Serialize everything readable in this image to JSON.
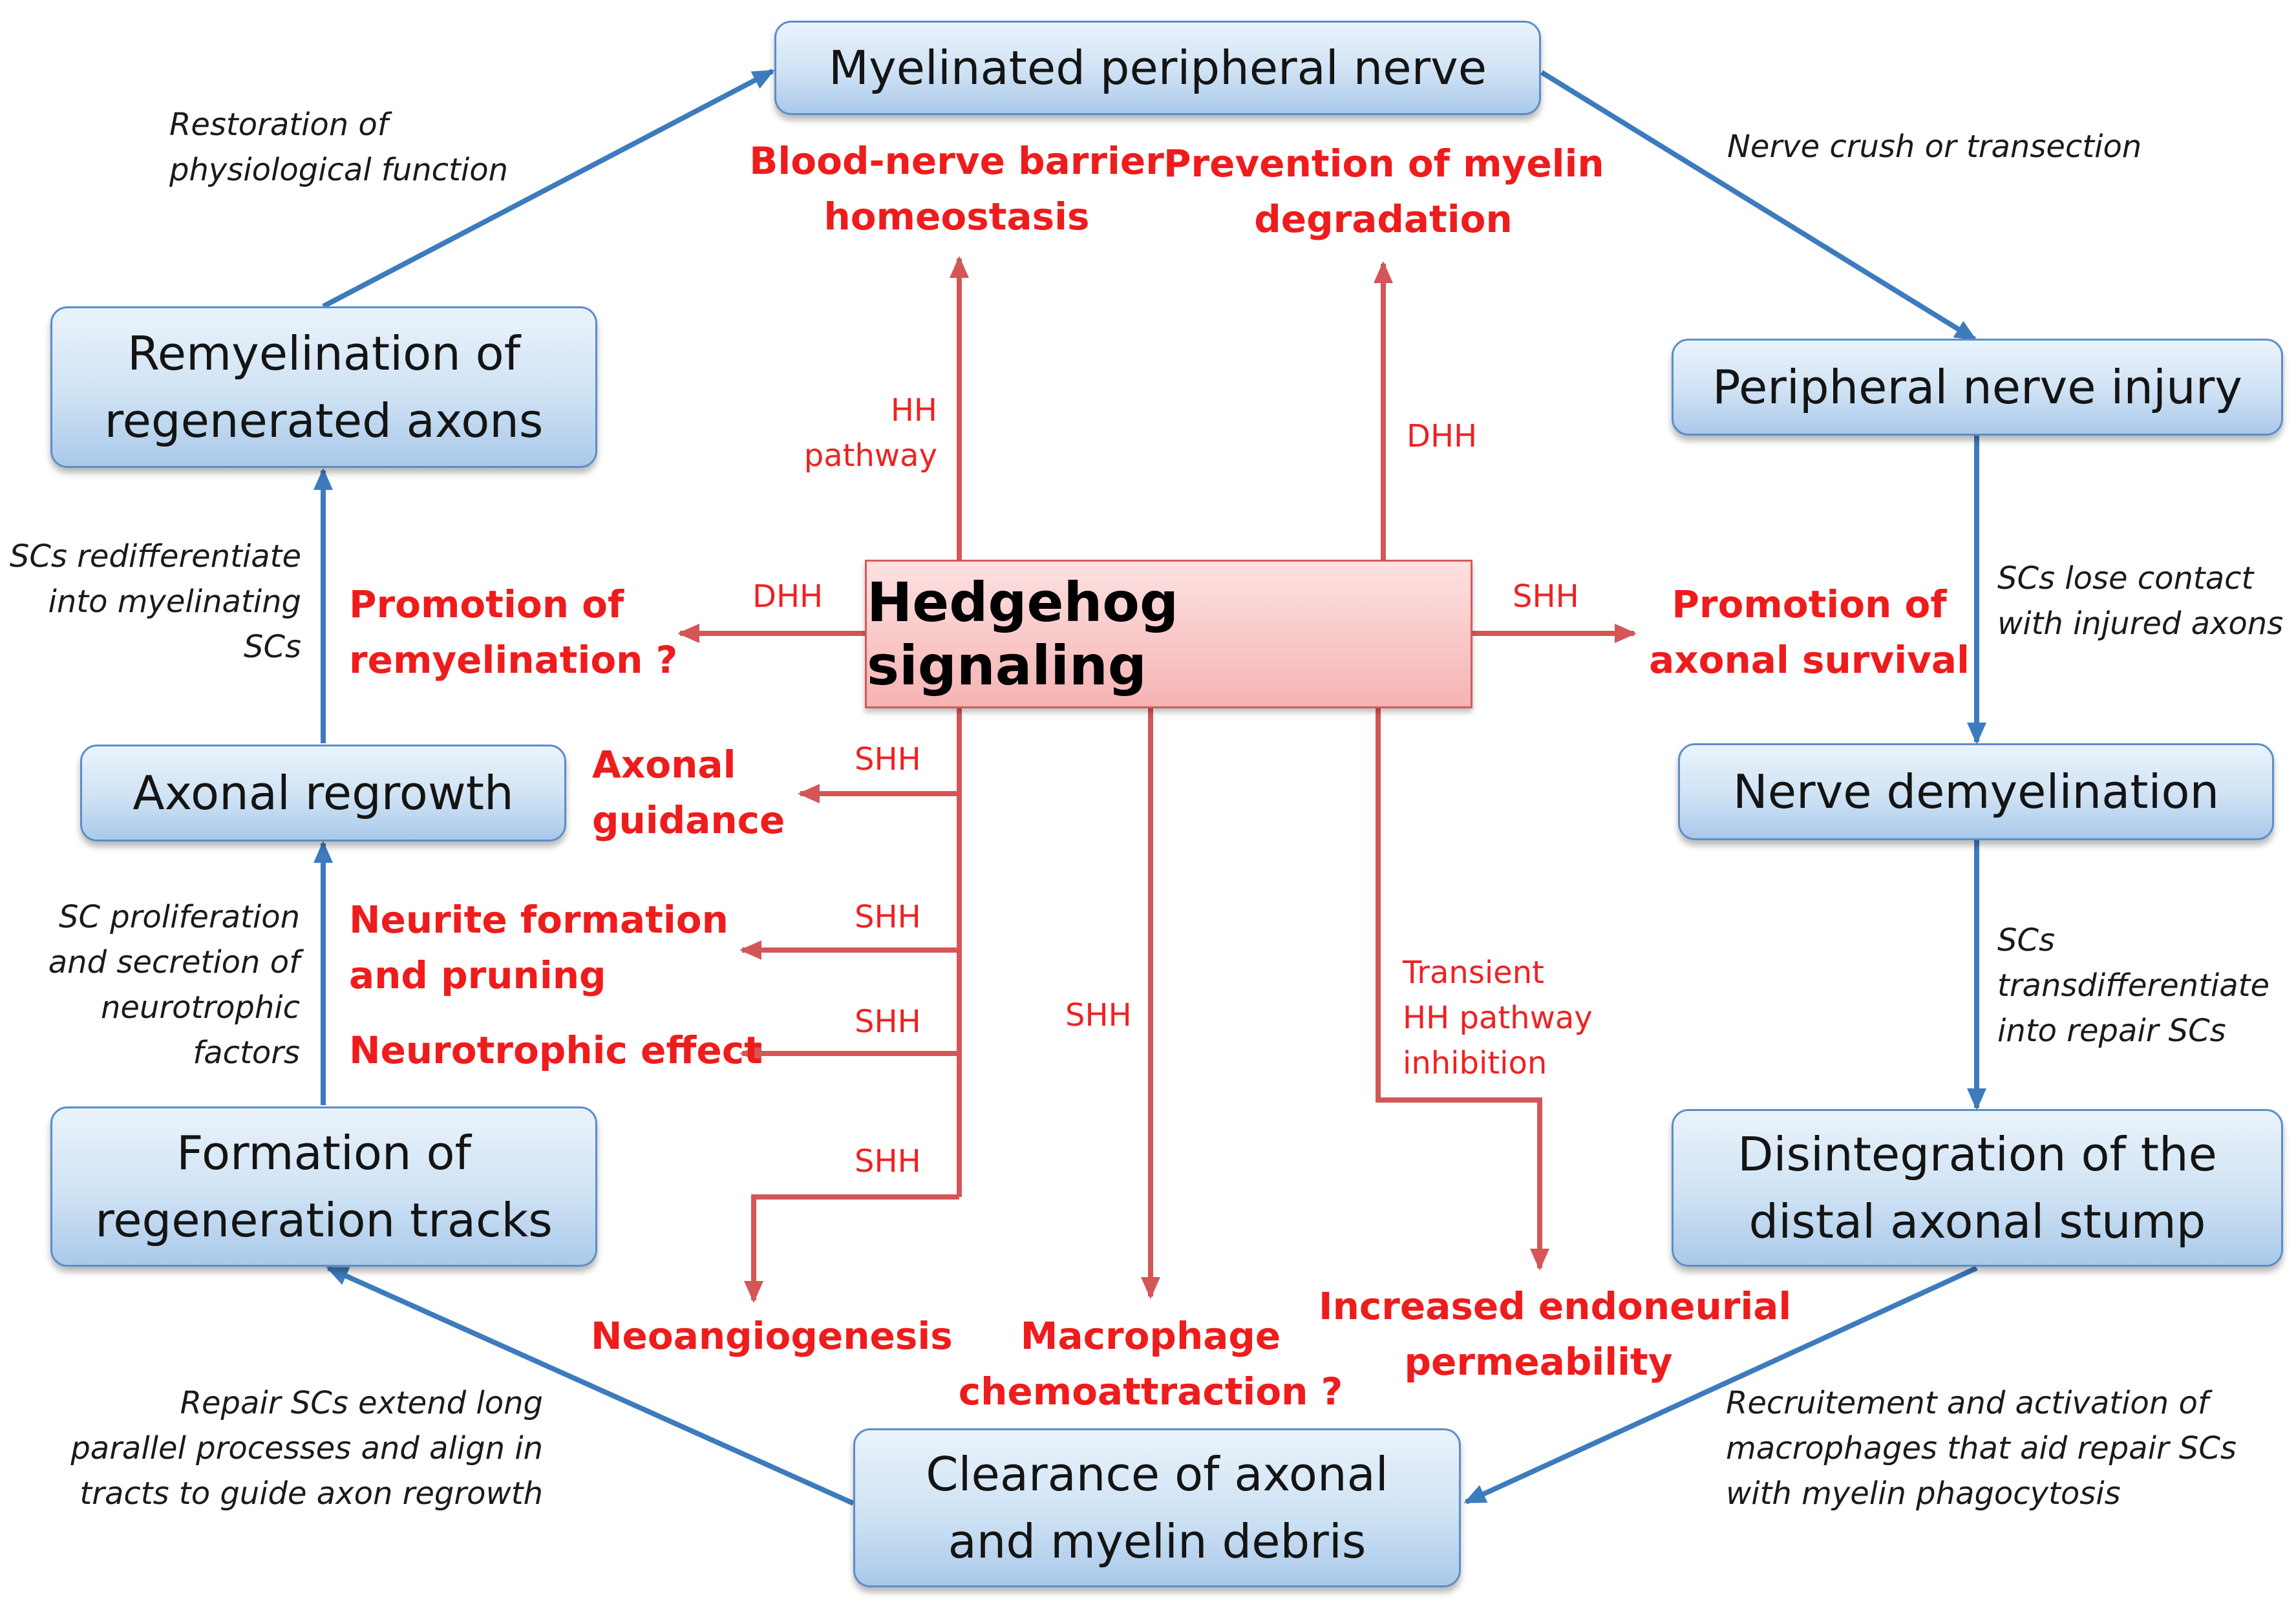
{
  "center": "Hedgehog signaling",
  "cycle": {
    "myelinated": "Myelinated peripheral nerve",
    "injury": "Peripheral nerve injury",
    "demyelination": "Nerve demyelination",
    "disintegration": [
      "Disintegration of the",
      "distal axonal stump"
    ],
    "clearance": [
      "Clearance of axonal",
      "and myelin debris"
    ],
    "tracks": [
      "Formation of",
      "regeneration tracks"
    ],
    "regrowth": "Axonal regrowth",
    "remyelination": [
      "Remyelination of",
      "regenerated axons"
    ]
  },
  "notes": {
    "restoration": [
      "Restoration of",
      "physiological function"
    ],
    "crush": "Nerve crush or transection",
    "lose_contact": [
      "SCs lose contact",
      "with injured axons"
    ],
    "transdiff": [
      "SCs",
      "transdifferentiate",
      "into repair SCs"
    ],
    "recruitment": [
      "Recruitement and activation of",
      "macrophages that aid repair SCs",
      "with myelin phagocytosis"
    ],
    "repair_scs": [
      "Repair SCs extend long",
      "parallel processes and align in",
      "tracts to guide axon regrowth"
    ],
    "proliferation": [
      "SC proliferation",
      "and secretion of",
      "neurotrophic",
      "factors"
    ],
    "redifferentiate": [
      "SCs redifferentiate",
      "into myelinating",
      "SCs"
    ]
  },
  "effects": {
    "bnb": [
      "Blood-nerve barrier",
      "homeostasis"
    ],
    "myelin_deg": [
      "Prevention of myelin",
      "degradation"
    ],
    "remyel": [
      "Promotion of",
      "remyelination ?"
    ],
    "survival": [
      "Promotion of",
      "axonal survival"
    ],
    "guidance": [
      "Axonal",
      "guidance"
    ],
    "neurite": [
      "Neurite formation",
      "and pruning"
    ],
    "neurotrophic": "Neurotrophic effect",
    "neoangio": "Neoangiogenesis",
    "macrophage": [
      "Macrophage",
      "chemoattraction ?"
    ],
    "permeability": [
      "Increased endoneurial",
      "permeability"
    ]
  },
  "labels": {
    "hh_pathway": [
      "HH",
      "pathway"
    ],
    "dhh_up": "DHH",
    "dhh_left": "DHH",
    "shh_right": "SHH",
    "shh_guidance": "SHH",
    "shh_neurite": "SHH",
    "shh_neurotrophic": "SHH",
    "shh_neoangio": "SHH",
    "shh_macrophage": "SHH",
    "transient": [
      "Transient",
      "HH pathway",
      "inhibition"
    ]
  },
  "colors": {
    "cycle_arrow": "#3d7bbd",
    "signal_arrow": "#d45656",
    "effect_text": "#ee1c1c"
  }
}
